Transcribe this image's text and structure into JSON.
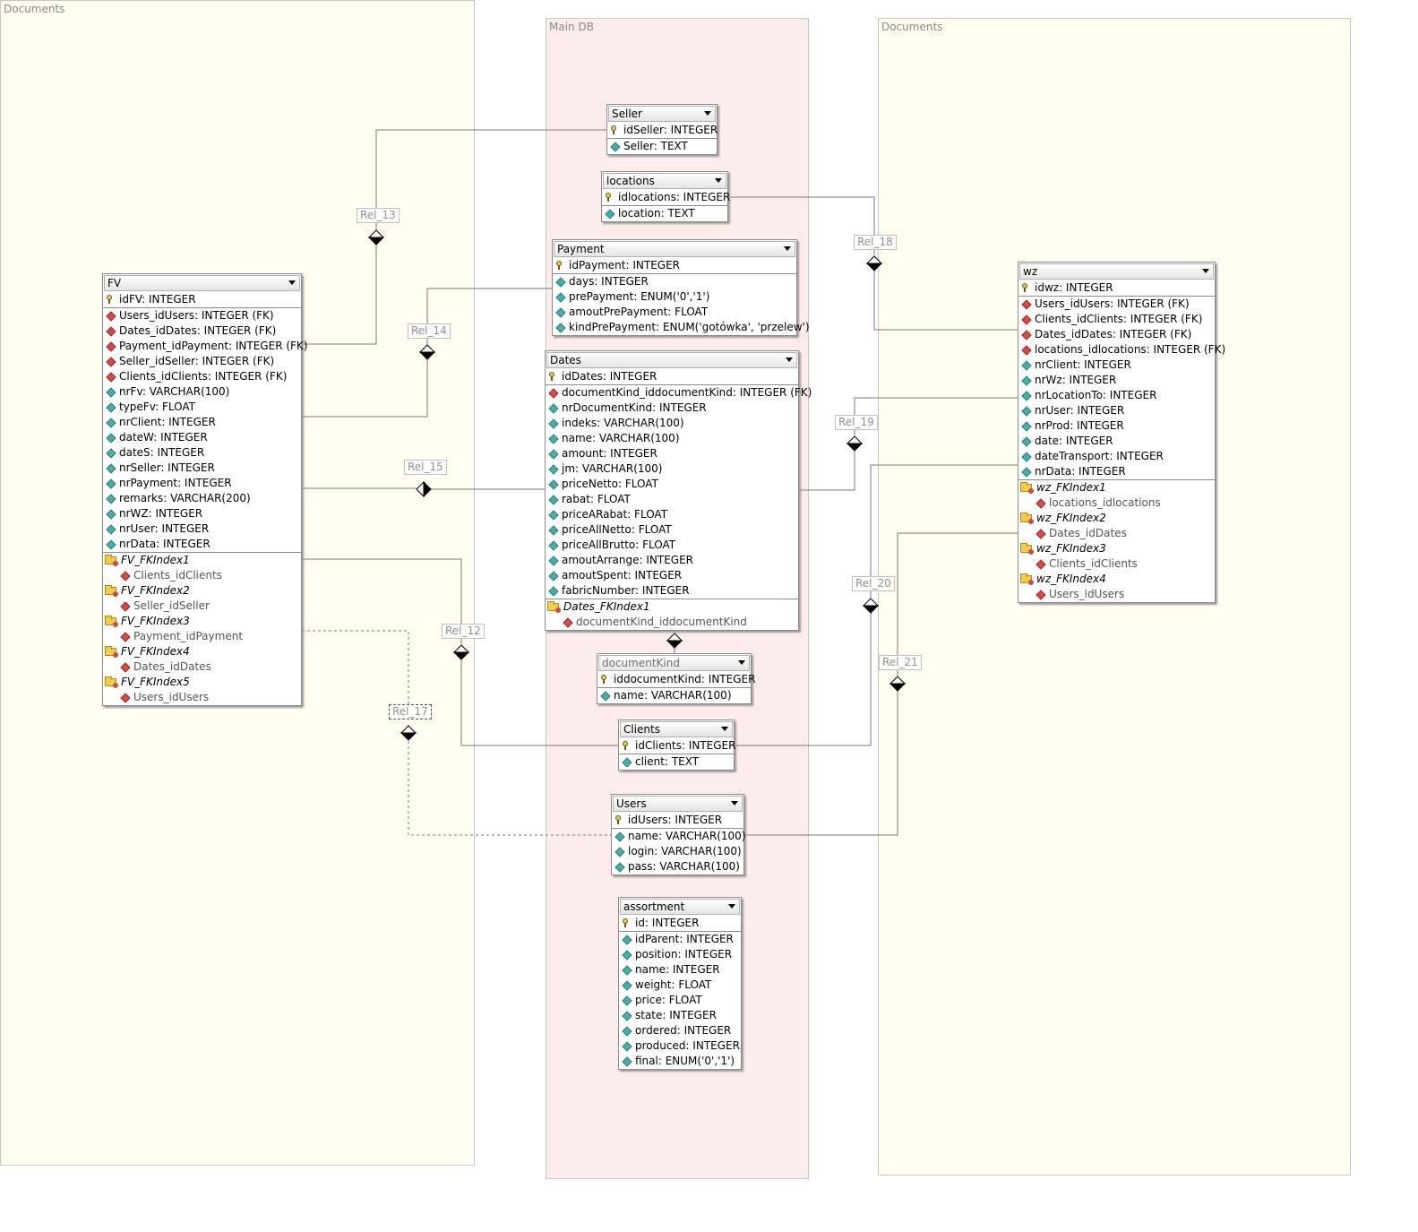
{
  "regions": {
    "left": "Documents",
    "main": "Main DB",
    "right": "Documents"
  },
  "relations": [
    "Rel_13",
    "Rel_14",
    "Rel_15",
    "Rel_12",
    "Rel_17",
    "Rel_18",
    "Rel_19",
    "Rel_20",
    "Rel_21"
  ],
  "tables": {
    "fv": {
      "name": "FV",
      "pk": "idFV: INTEGER",
      "fks": [
        "Users_idUsers: INTEGER (FK)",
        "Dates_idDates: INTEGER (FK)",
        "Payment_idPayment: INTEGER (FK)",
        "Seller_idSeller: INTEGER (FK)",
        "Clients_idClients: INTEGER (FK)"
      ],
      "attrs": [
        "nrFv: VARCHAR(100)",
        "typeFv: FLOAT",
        "nrClient: INTEGER",
        "dateW: INTEGER",
        "dateS: INTEGER",
        "nrSeller: INTEGER",
        "nrPayment: INTEGER",
        "remarks: VARCHAR(200)",
        "nrWZ: INTEGER",
        "nrUser: INTEGER",
        "nrData: INTEGER"
      ],
      "indexes": [
        {
          "name": "FV_FKIndex1",
          "col": "Clients_idClients"
        },
        {
          "name": "FV_FKIndex2",
          "col": "Seller_idSeller"
        },
        {
          "name": "FV_FKIndex3",
          "col": "Payment_idPayment"
        },
        {
          "name": "FV_FKIndex4",
          "col": "Dates_idDates"
        },
        {
          "name": "FV_FKIndex5",
          "col": "Users_idUsers"
        }
      ]
    },
    "seller": {
      "name": "Seller",
      "pk": "idSeller: INTEGER",
      "attrs": [
        "Seller: TEXT"
      ]
    },
    "locations": {
      "name": "locations",
      "pk": "idlocations: INTEGER",
      "attrs": [
        "location: TEXT"
      ]
    },
    "payment": {
      "name": "Payment",
      "pk": "idPayment: INTEGER",
      "attrs": [
        "days: INTEGER",
        "prePayment: ENUM('0','1')",
        "amoutPrePayment: FLOAT",
        "kindPrePayment: ENUM('gotówka', 'przelew')"
      ]
    },
    "dates": {
      "name": "Dates",
      "pk": "idDates: INTEGER",
      "fks": [
        "documentKind_iddocumentKind: INTEGER (FK)"
      ],
      "attrs": [
        "nrDocumentKind: INTEGER",
        "indeks: VARCHAR(100)",
        "name: VARCHAR(100)",
        "amount: INTEGER",
        "jm: VARCHAR(100)",
        "priceNetto: FLOAT",
        "rabat: FLOAT",
        "priceARabat: FLOAT",
        "priceAllNetto: FLOAT",
        "priceAllBrutto: FLOAT",
        "amoutArrange: INTEGER",
        "amoutSpent: INTEGER",
        "fabricNumber: INTEGER"
      ],
      "indexes": [
        {
          "name": "Dates_FKIndex1",
          "col": "documentKind_iddocumentKind"
        }
      ]
    },
    "documentkind": {
      "name": "documentKind",
      "pk": "iddocumentKind: INTEGER",
      "attrs": [
        "name: VARCHAR(100)"
      ]
    },
    "clients": {
      "name": "Clients",
      "pk": "idClients: INTEGER",
      "attrs": [
        "client: TEXT"
      ]
    },
    "users": {
      "name": "Users",
      "pk": "idUsers: INTEGER",
      "attrs": [
        "name: VARCHAR(100)",
        "login: VARCHAR(100)",
        "pass: VARCHAR(100)"
      ]
    },
    "assortment": {
      "name": "assortment",
      "pk": "id: INTEGER",
      "attrs": [
        "idParent: INTEGER",
        "position: INTEGER",
        "name: INTEGER",
        "weight: FLOAT",
        "price: FLOAT",
        "state: INTEGER",
        "ordered: INTEGER",
        "produced: INTEGER",
        "final: ENUM('0','1')"
      ]
    },
    "wz": {
      "name": "wz",
      "pk": "idwz: INTEGER",
      "fks": [
        "Users_idUsers: INTEGER (FK)",
        "Clients_idClients: INTEGER (FK)",
        "Dates_idDates: INTEGER (FK)",
        "locations_idlocations: INTEGER (FK)"
      ],
      "attrs": [
        "nrClient: INTEGER",
        "nrWz: INTEGER",
        "nrLocationTo: INTEGER",
        "nrUser: INTEGER",
        "nrProd: INTEGER",
        "date: INTEGER",
        "dateTransport: INTEGER",
        "nrData: INTEGER"
      ],
      "indexes": [
        {
          "name": "wz_FKIndex1",
          "col": "locations_idlocations"
        },
        {
          "name": "wz_FKIndex2",
          "col": "Dates_idDates"
        },
        {
          "name": "wz_FKIndex3",
          "col": "Clients_idClients"
        },
        {
          "name": "wz_FKIndex4",
          "col": "Users_idUsers"
        }
      ]
    }
  }
}
